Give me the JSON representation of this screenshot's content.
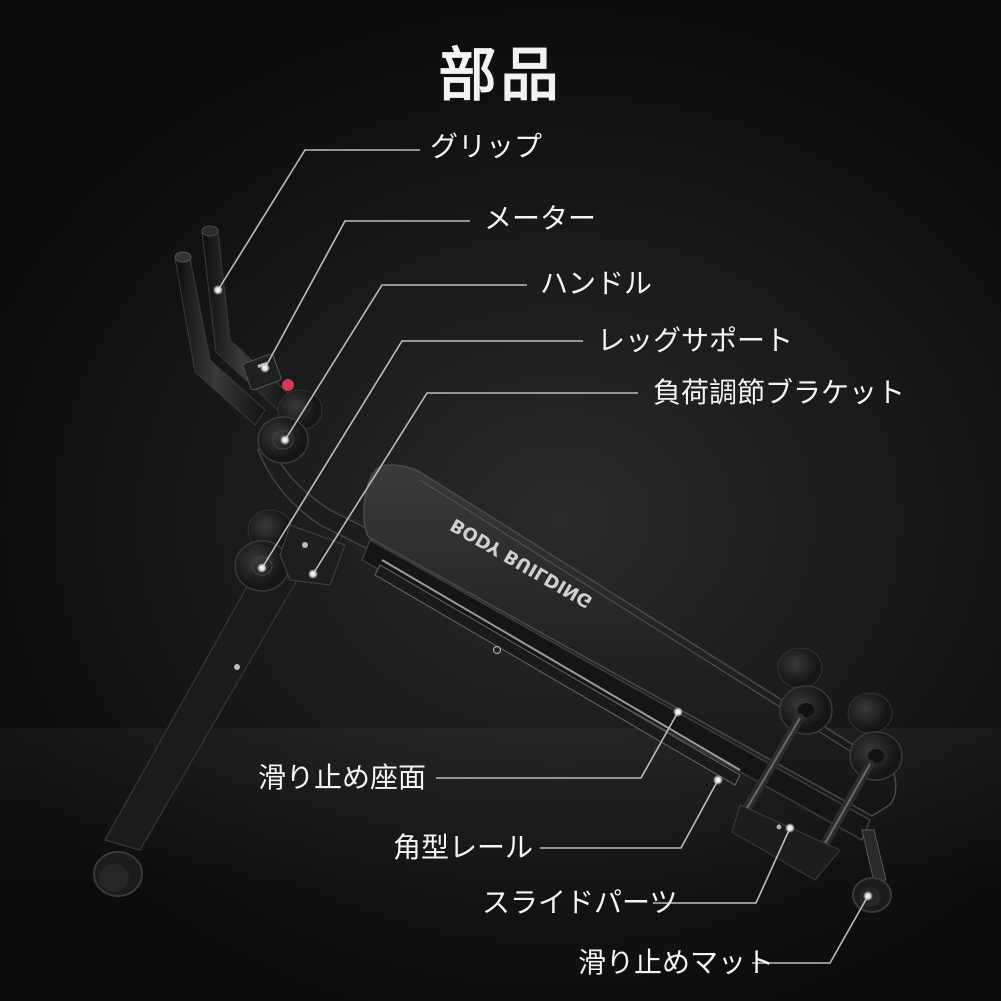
{
  "title": "部品",
  "colors": {
    "background": "#121212",
    "text": "#f4f4f4",
    "leader_line": "#bdbdbd",
    "machine_body": "#1b1b1b",
    "accent_red": "#d23a55"
  },
  "seat_branding": "BODY BUILDING",
  "parts": [
    {
      "id": "grip",
      "label": "グリップ"
    },
    {
      "id": "meter",
      "label": "メーター"
    },
    {
      "id": "handle",
      "label": "ハンドル"
    },
    {
      "id": "leg-support",
      "label": "レッグサポート"
    },
    {
      "id": "load-adjust-bracket",
      "label": "負荷調節ブラケット"
    },
    {
      "id": "non-slip-seat",
      "label": "滑り止め座面"
    },
    {
      "id": "square-rail",
      "label": "角型レール"
    },
    {
      "id": "slide-parts",
      "label": "スライドパーツ"
    },
    {
      "id": "non-slip-mat",
      "label": "滑り止めマット"
    }
  ]
}
